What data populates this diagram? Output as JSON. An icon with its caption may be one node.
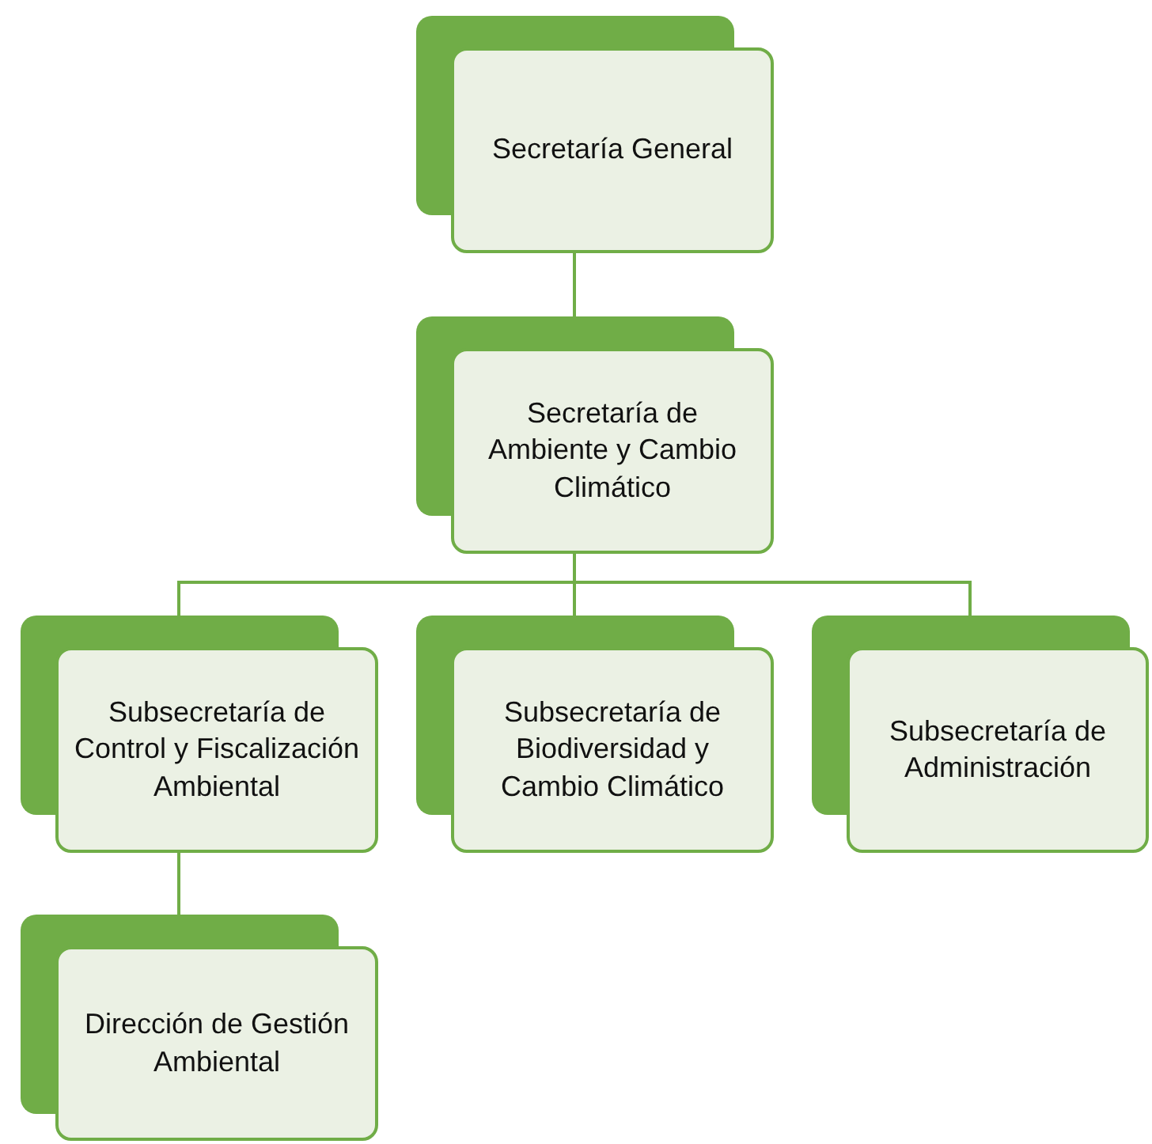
{
  "diagram": {
    "nodes": [
      {
        "text": [
          "Secretaría General"
        ]
      },
      {
        "text": [
          "Secretaría de Ambiente y Cambio Climático"
        ]
      },
      {
        "text": [
          "Subsecretaría de Control y Fiscalización Ambiental"
        ]
      },
      {
        "text": [
          "Subsecretaría de Biodiversidad y Cambio Climático"
        ]
      },
      {
        "text": [
          "Subsecretaría de Administración"
        ]
      },
      {
        "text": [
          "Dirección de Gestión Ambiental"
        ]
      }
    ],
    "edges": [
      {
        "from": 0,
        "to": 1,
        "arrow": "none"
      },
      {
        "from": 1,
        "to": 2,
        "arrow": "none"
      },
      {
        "from": 1,
        "to": 3,
        "arrow": "none"
      },
      {
        "from": 1,
        "to": 4,
        "arrow": "none"
      },
      {
        "from": 2,
        "to": 5,
        "arrow": "none"
      }
    ]
  }
}
